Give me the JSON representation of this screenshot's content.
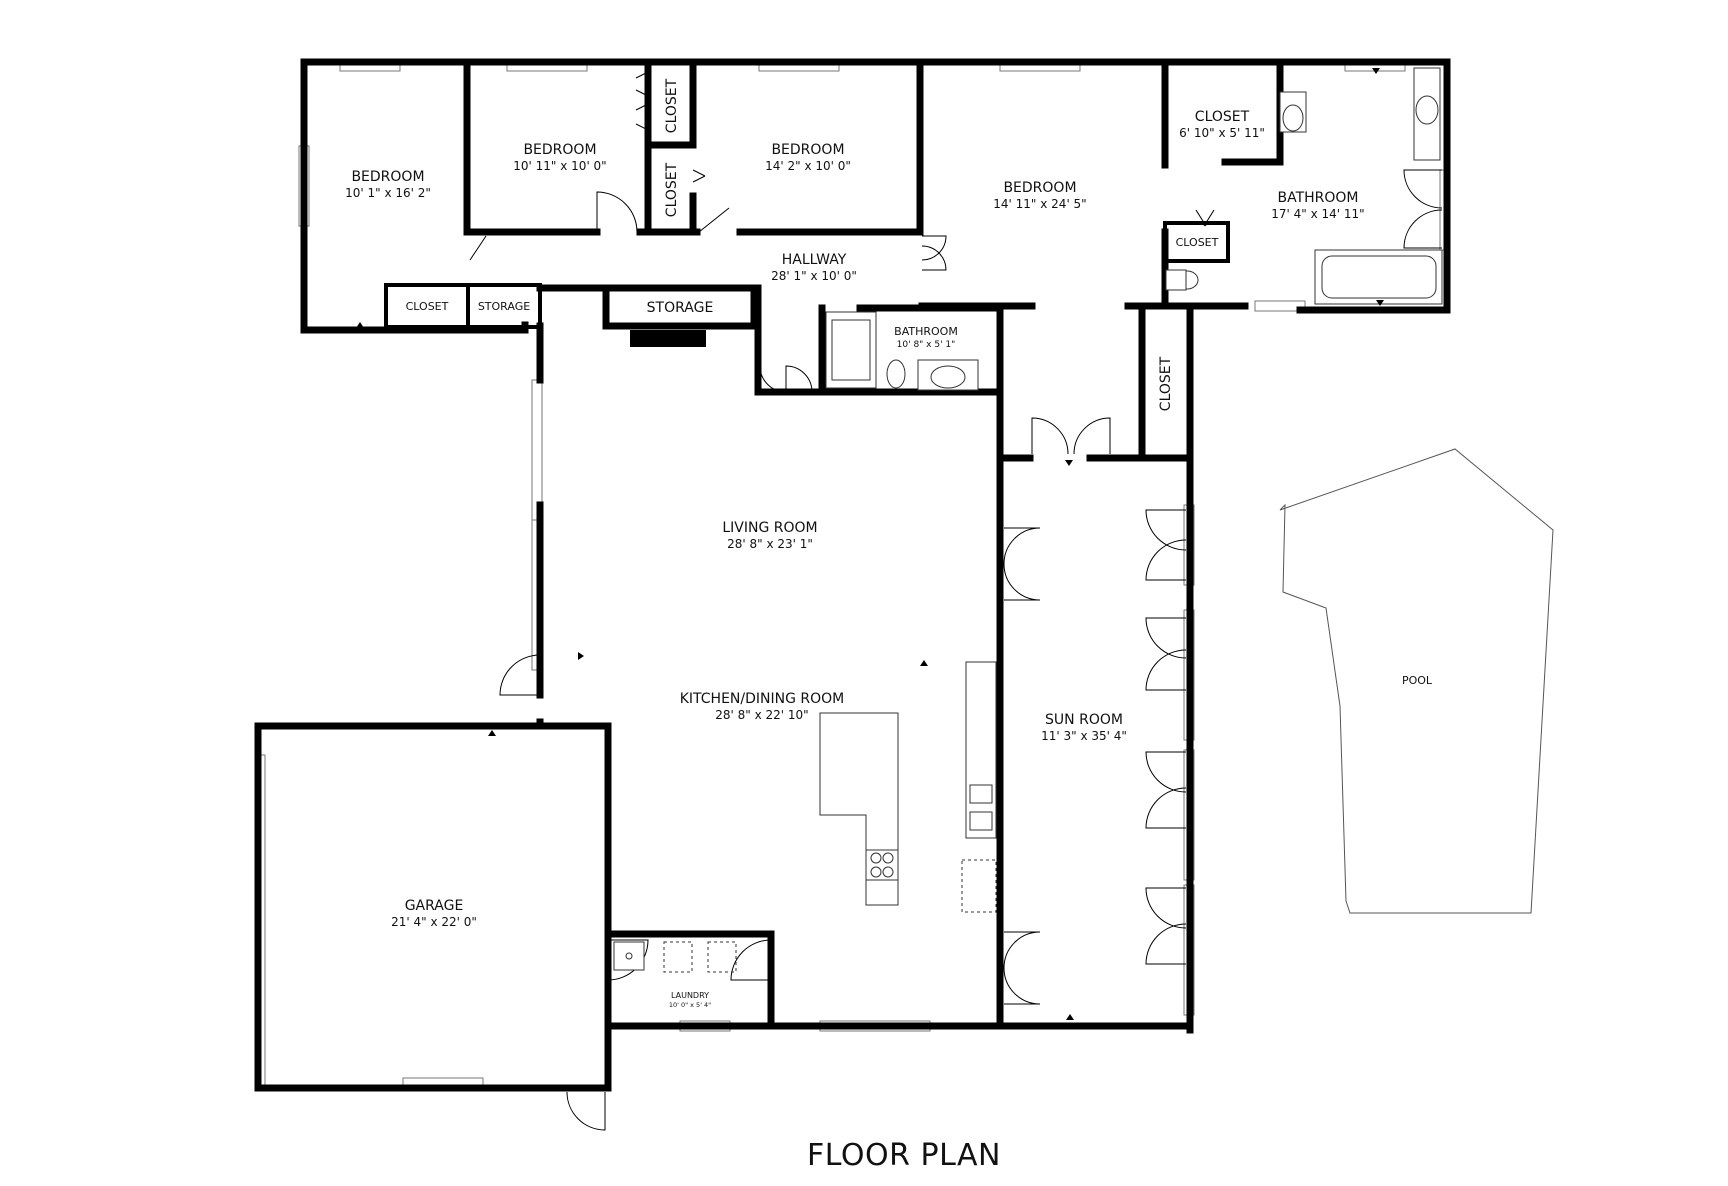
{
  "title": "FLOOR PLAN",
  "rooms": {
    "bedroom_1": {
      "name": "BEDROOM",
      "dims": "10' 1\" x 16' 2\""
    },
    "bedroom_2": {
      "name": "BEDROOM",
      "dims": "10' 11\" x 10' 0\""
    },
    "bedroom_3": {
      "name": "BEDROOM",
      "dims": "14' 2\" x 10' 0\""
    },
    "bedroom_primary": {
      "name": "BEDROOM",
      "dims": "14' 11\" x 24' 5\""
    },
    "closet_primary": {
      "name": "CLOSET",
      "dims": "6' 10\" x 5' 11\""
    },
    "bathroom_primary": {
      "name": "BATHROOM",
      "dims": "17' 4\" x 14' 11\""
    },
    "hallway": {
      "name": "HALLWAY",
      "dims": "28' 1\" x 10' 0\""
    },
    "bathroom_hall": {
      "name": "BATHROOM",
      "dims": "10' 8\" x 5' 1\""
    },
    "living_room": {
      "name": "LIVING ROOM",
      "dims": "28' 8\" x 23' 1\""
    },
    "kitchen_dining": {
      "name": "KITCHEN/DINING ROOM",
      "dims": "28' 8\" x 22' 10\""
    },
    "sun_room": {
      "name": "SUN ROOM",
      "dims": "11' 3\" x 35' 4\""
    },
    "garage": {
      "name": "GARAGE",
      "dims": "21' 4\" x 22' 0\""
    },
    "laundry": {
      "name": "LAUNDRY",
      "dims": "10' 0\" x 5' 4\""
    },
    "pool": {
      "name": "POOL"
    }
  },
  "closets": {
    "closet_top": "CLOSET",
    "closet_mid": "CLOSET",
    "closet_bedroom1": "CLOSET",
    "closet_primary_small": "CLOSET",
    "closet_side": "CLOSET"
  },
  "storage": {
    "storage_small": "STORAGE",
    "storage_large": "STORAGE"
  }
}
